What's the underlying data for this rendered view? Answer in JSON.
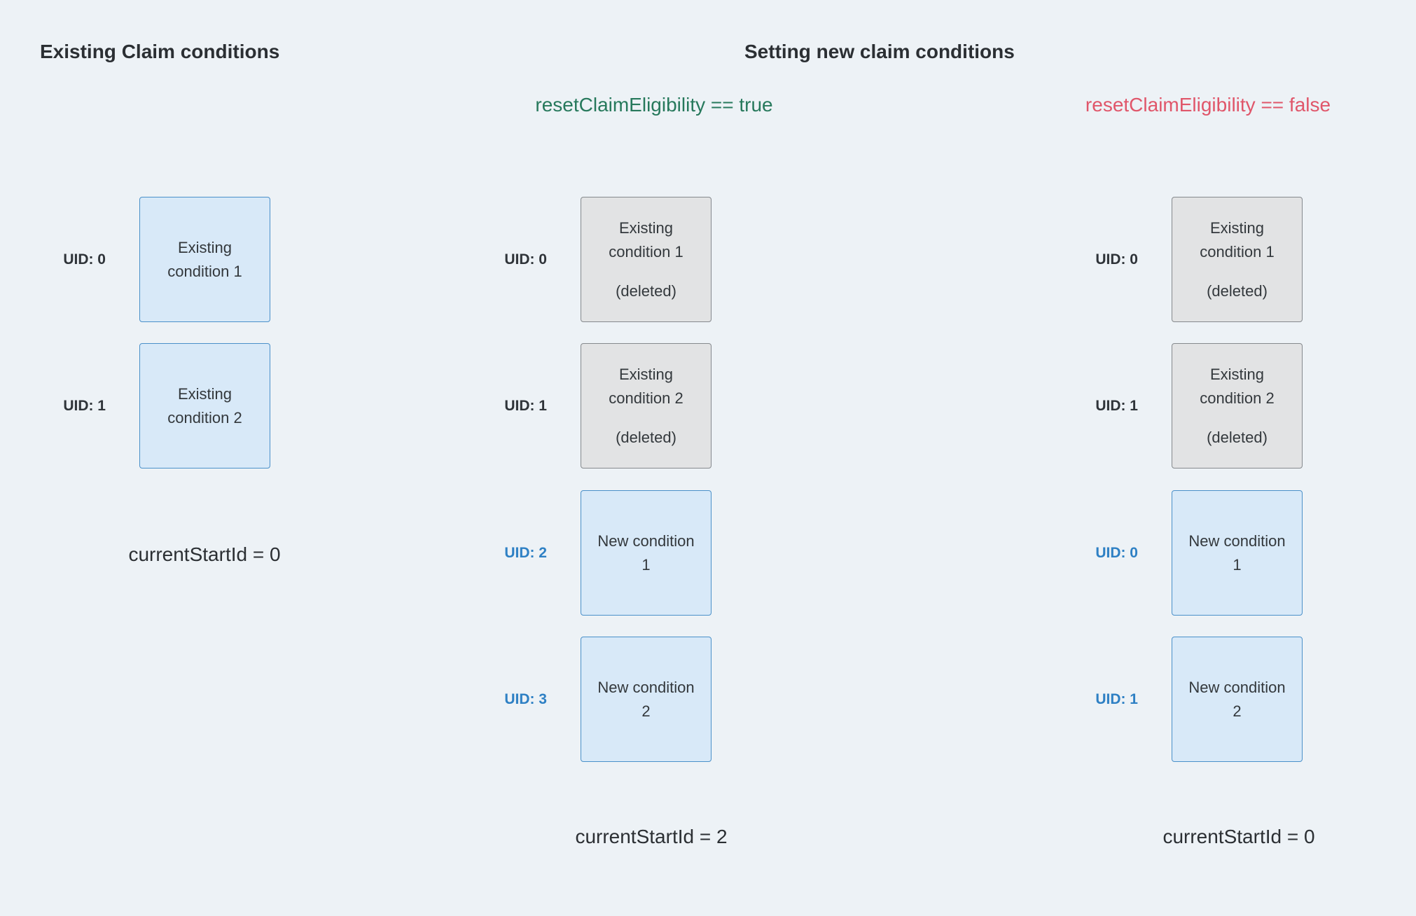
{
  "page": {
    "left_heading": "Existing Claim conditions",
    "right_heading": "Setting new claim conditions"
  },
  "left_column": {
    "rows": [
      {
        "uid": "UID: 0",
        "title": "Existing\ncondition 1"
      },
      {
        "uid": "UID: 1",
        "title": "Existing\ncondition 2"
      }
    ],
    "footer": "currentStartId = 0"
  },
  "true_column": {
    "subtitle": "resetClaimEligibility == true",
    "rows": [
      {
        "uid": "UID: 0",
        "title": "Existing\ncondition 1",
        "note": "(deleted)"
      },
      {
        "uid": "UID: 1",
        "title": "Existing\ncondition 2",
        "note": "(deleted)"
      },
      {
        "uid": "UID: 2",
        "title": "New condition\n1"
      },
      {
        "uid": "UID: 3",
        "title": "New condition\n2"
      }
    ],
    "footer": "currentStartId = 2"
  },
  "false_column": {
    "subtitle": "resetClaimEligibility == false",
    "rows": [
      {
        "uid": "UID: 0",
        "title": "Existing\ncondition 1",
        "note": "(deleted)"
      },
      {
        "uid": "UID: 1",
        "title": "Existing\ncondition 2",
        "note": "(deleted)"
      },
      {
        "uid": "UID: 0",
        "title": "New condition\n1"
      },
      {
        "uid": "UID: 1",
        "title": "New condition\n2"
      }
    ],
    "footer": "currentStartId = 0"
  },
  "colors": {
    "background": "#edf2f6",
    "heading_text": "#2b2f33",
    "box_text": "#33383c",
    "blue_box_fill": "#d8e9f8",
    "blue_box_border": "#4a90c9",
    "gray_box_fill": "#e2e3e4",
    "gray_box_border": "#85898d",
    "uid_dark": "#2f3439",
    "uid_blue": "#2e80c4",
    "true_green": "#27795c",
    "false_red": "#e0566a"
  }
}
